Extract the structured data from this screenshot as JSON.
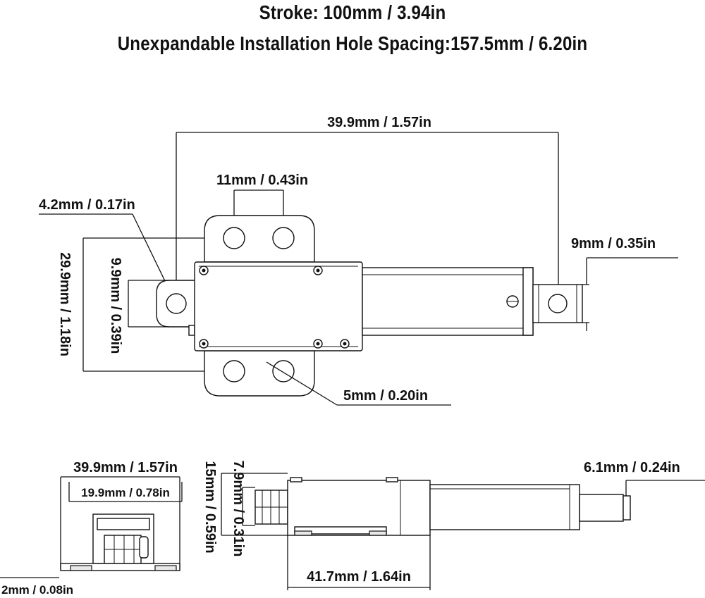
{
  "header": {
    "stroke": "Stroke: 100mm / 3.94in",
    "hole_spacing": "Unexpandable Installation Hole Spacing:157.5mm / 6.20in"
  },
  "top_view": {
    "overall_length": "39.9mm / 1.57in",
    "hole_pitch": "11mm / 0.43in",
    "rear_hole_dia": "4.2mm / 0.17in",
    "rod_end_width": "9mm / 0.35in",
    "body_width": "29.9mm / 1.18in",
    "rear_tab_width": "9.9mm / 0.39in",
    "mount_hole_dia": "5mm / 0.20in"
  },
  "side_view": {
    "end_width": "39.9mm / 1.57in",
    "end_inner_width": "19.9mm / 0.78in",
    "base_thickness": "2mm / 0.08in",
    "height": "15mm / 0.59in",
    "rear_height": "7.9mm / 0.31in",
    "rod_dia": "6.1mm / 0.24in",
    "body_length": "41.7mm / 1.64in"
  }
}
